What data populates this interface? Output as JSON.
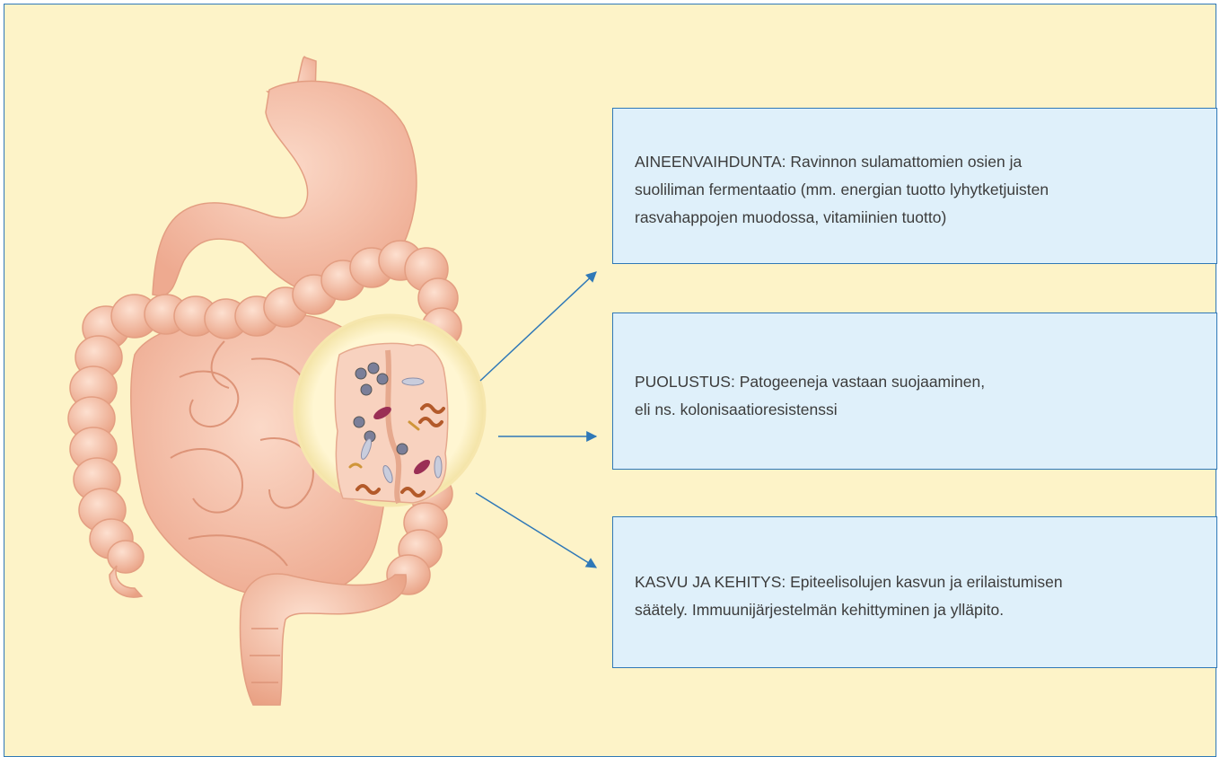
{
  "colors": {
    "background": "#fdf3c8",
    "frame": "#2f78b7",
    "box_fill": "#dff0fa",
    "arrow": "#2f78b7",
    "text": "#3c3c3c",
    "organ": "#f5c3ad",
    "lens": "#fff6d2"
  },
  "illustration": {
    "icon": "digestive-tract-icon",
    "magnifier_icon": "gut-microbiota-magnifier-icon"
  },
  "boxes": [
    {
      "id": "metabolism",
      "lines": [
        "AINEENVAIHDUNTA: Ravinnon sulamattomien osien ja",
        "suoliliman fermentaatio (mm. energian tuotto lyhytketjuisten",
        "rasvahappojen muodossa, vitamiinien tuotto)"
      ]
    },
    {
      "id": "defense",
      "lines": [
        "PUOLUSTUS: Patogeeneja vastaan suojaaminen,",
        "eli ns. kolonisaatioresistenssi"
      ]
    },
    {
      "id": "growth",
      "lines": [
        "KASVU JA KEHITYS: Epiteelisolujen kasvun ja erilaistumisen",
        "säätely. Immuunijärjestelmän kehittyminen ja ylläpito."
      ]
    }
  ]
}
